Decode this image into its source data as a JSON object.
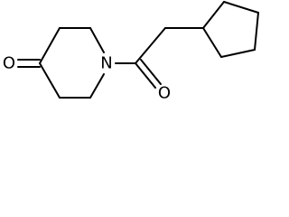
{
  "atoms": {
    "oxygen_ketone": "O",
    "nitrogen": "N",
    "oxygen_amide": "O"
  }
}
